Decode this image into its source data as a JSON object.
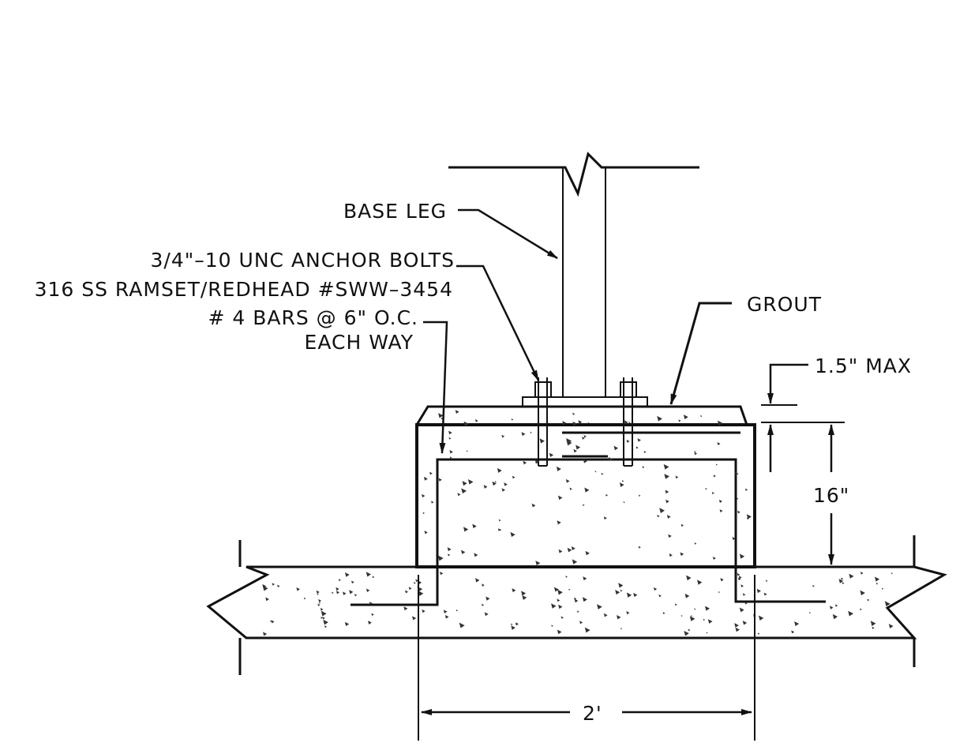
{
  "labels": {
    "base_leg": "BASE LEG",
    "anchor_bolts": "3/4\"–10 UNC ANCHOR BOLTS",
    "anchor_spec": "316 SS RAMSET/REDHEAD #SWW–3454",
    "bars": "# 4 BARS @ 6\" O.C.",
    "each_way": "EACH WAY",
    "grout": "GROUT",
    "grout_max": "1.5\" MAX",
    "height": "16\"",
    "width": "2'"
  },
  "colors": {
    "ink": "#111111",
    "paper": "#ffffff"
  }
}
